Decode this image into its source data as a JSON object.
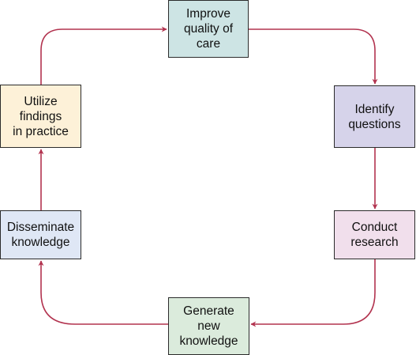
{
  "colors": {
    "arrow": "#b2334f",
    "border": "#2b2b2b"
  },
  "steps": [
    {
      "id": "improve",
      "label": "Improve\nquality of\ncare",
      "color": "#cde4e4"
    },
    {
      "id": "identify",
      "label": "Identify\nquestions",
      "color": "#d6d3ea"
    },
    {
      "id": "conduct",
      "label": "Conduct\nresearch",
      "color": "#f1dfec"
    },
    {
      "id": "generate",
      "label": "Generate\nnew\nknowledge",
      "color": "#dbebdc"
    },
    {
      "id": "dissem",
      "label": "Disseminate\nknowledge",
      "color": "#dfe7f5"
    },
    {
      "id": "utilize",
      "label": "Utilize\nfindings\nin practice",
      "color": "#fdf1d8"
    }
  ]
}
